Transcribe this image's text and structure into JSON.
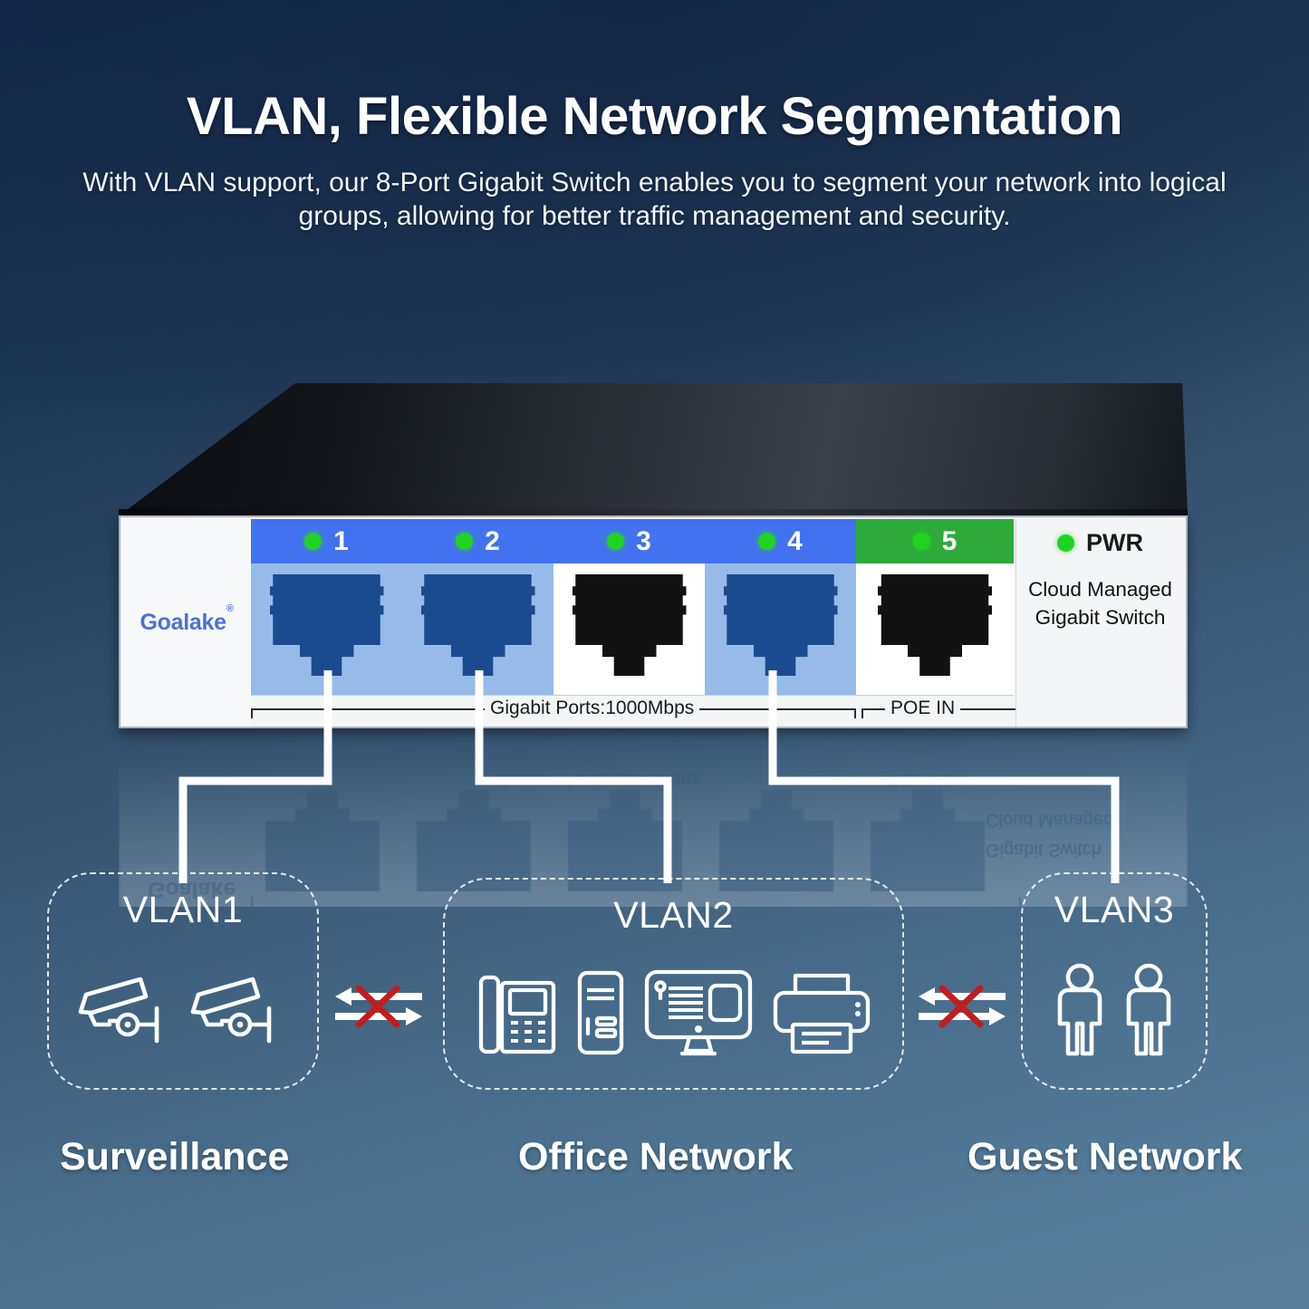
{
  "header": {
    "title": "VLAN, Flexible Network Segmentation",
    "subtitle": "With VLAN support, our 8-Port Gigabit Switch enables you to segment your network into logical groups, allowing for better traffic management and security."
  },
  "device": {
    "brand": "Goalake",
    "brand_mark": "®",
    "model_line1": "Cloud Managed",
    "model_line2": "Gigabit Switch",
    "power_label": "PWR",
    "ports": [
      {
        "number": "1",
        "band": "blue",
        "jack": "blue"
      },
      {
        "number": "2",
        "band": "blue",
        "jack": "blue"
      },
      {
        "number": "3",
        "band": "blue",
        "jack": "black"
      },
      {
        "number": "4",
        "band": "blue",
        "jack": "blue"
      },
      {
        "number": "5",
        "band": "green",
        "jack": "black"
      }
    ],
    "caption_gigabit": "Gigabit Ports:1000Mbps",
    "caption_poe": "POE IN",
    "colors": {
      "band_blue": "#4372f0",
      "band_green": "#2eab3a",
      "led_green": "#21d321",
      "jack_blue": "#1b4b8f",
      "jack_black": "#121212",
      "brand_blue": "#4a71d8"
    }
  },
  "vlans": [
    {
      "id": "vlan1",
      "title": "VLAN1",
      "caption": "Surveillance",
      "icons": [
        "cctv-camera-icon",
        "cctv-camera-icon"
      ]
    },
    {
      "id": "vlan2",
      "title": "VLAN2",
      "caption": "Office Network",
      "icons": [
        "desk-phone-icon",
        "pc-tower-icon",
        "desktop-monitor-icon",
        "printer-icon"
      ]
    },
    {
      "id": "vlan3",
      "title": "VLAN3",
      "caption": "Guest Network",
      "icons": [
        "person-icon",
        "person-icon"
      ]
    }
  ],
  "blockers": [
    {
      "id": "blocker-1-2",
      "name": "blocked-traffic-icon",
      "cross_color": "#c21d1d"
    },
    {
      "id": "blocker-2-3",
      "name": "blocked-traffic-icon",
      "cross_color": "#c21d1d"
    }
  ],
  "background": {
    "top": "#13264a",
    "bottom": "#587f9d"
  }
}
